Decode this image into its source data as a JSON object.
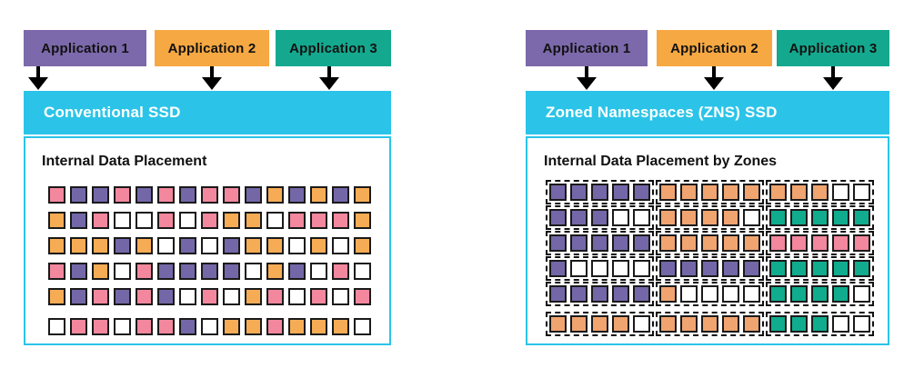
{
  "palette": {
    "app_purple": "#7C69AB",
    "app_orange": "#F6A843",
    "app_teal": "#14A98F",
    "header_cyan": "#2BC4E8",
    "block_purple": "#7467A8",
    "block_pink": "#F2879E",
    "block_orange": "#F6AC55",
    "block_orange_zns": "#F0A470",
    "block_teal": "#10AC8D",
    "block_white": "#FFFFFF",
    "block_border": "#1A1A1A",
    "arrow_black": "#000000"
  },
  "panels": [
    {
      "header": "Conventional SSD",
      "header_color": "header_cyan",
      "body_title": "Internal Data Placement",
      "applications": [
        {
          "label": "Application 1",
          "color": "app_purple"
        },
        {
          "label": "Application 2",
          "color": "app_orange"
        },
        {
          "label": "Application 3",
          "color": "app_teal"
        }
      ],
      "block_colors": {
        "P": "block_purple",
        "K": "block_pink",
        "O": "block_orange",
        "W": "block_white"
      },
      "grid_rows": [
        "KPPKPKPKKPOPOPO",
        "OPKWWKWKOOWKKKO",
        "OOOPOWPWPOOWOWO",
        "KPOWKPPPPWOPWKW",
        "OPKPKPWKWOKWKWK",
        "WKKWKKPWOOKOOOW"
      ]
    },
    {
      "header": "Zoned Namespaces (ZNS) SSD",
      "header_color": "header_cyan",
      "body_title": "Internal Data Placement by Zones",
      "applications": [
        {
          "label": "Application 1",
          "color": "app_purple"
        },
        {
          "label": "Application 2",
          "color": "app_orange"
        },
        {
          "label": "Application 3",
          "color": "app_teal"
        }
      ],
      "block_colors": {
        "P": "block_purple",
        "K": "block_pink",
        "O": "block_orange_zns",
        "T": "block_teal",
        "W": "block_white"
      },
      "grid_rows": [
        [
          "PPPPP",
          "OOOOO",
          "OOOWW"
        ],
        [
          "PPPWW",
          "OOOOW",
          "TTTTT"
        ],
        [
          "PPPPP",
          "OOOOO",
          "KKKKK"
        ],
        [
          "PWWWW",
          "PPPPP",
          "TTTTT"
        ],
        [
          "PPPPP",
          "OWWWW",
          "TTTTW"
        ],
        [
          "OOOOW",
          "OOOOO",
          "TTTWW"
        ]
      ]
    }
  ]
}
